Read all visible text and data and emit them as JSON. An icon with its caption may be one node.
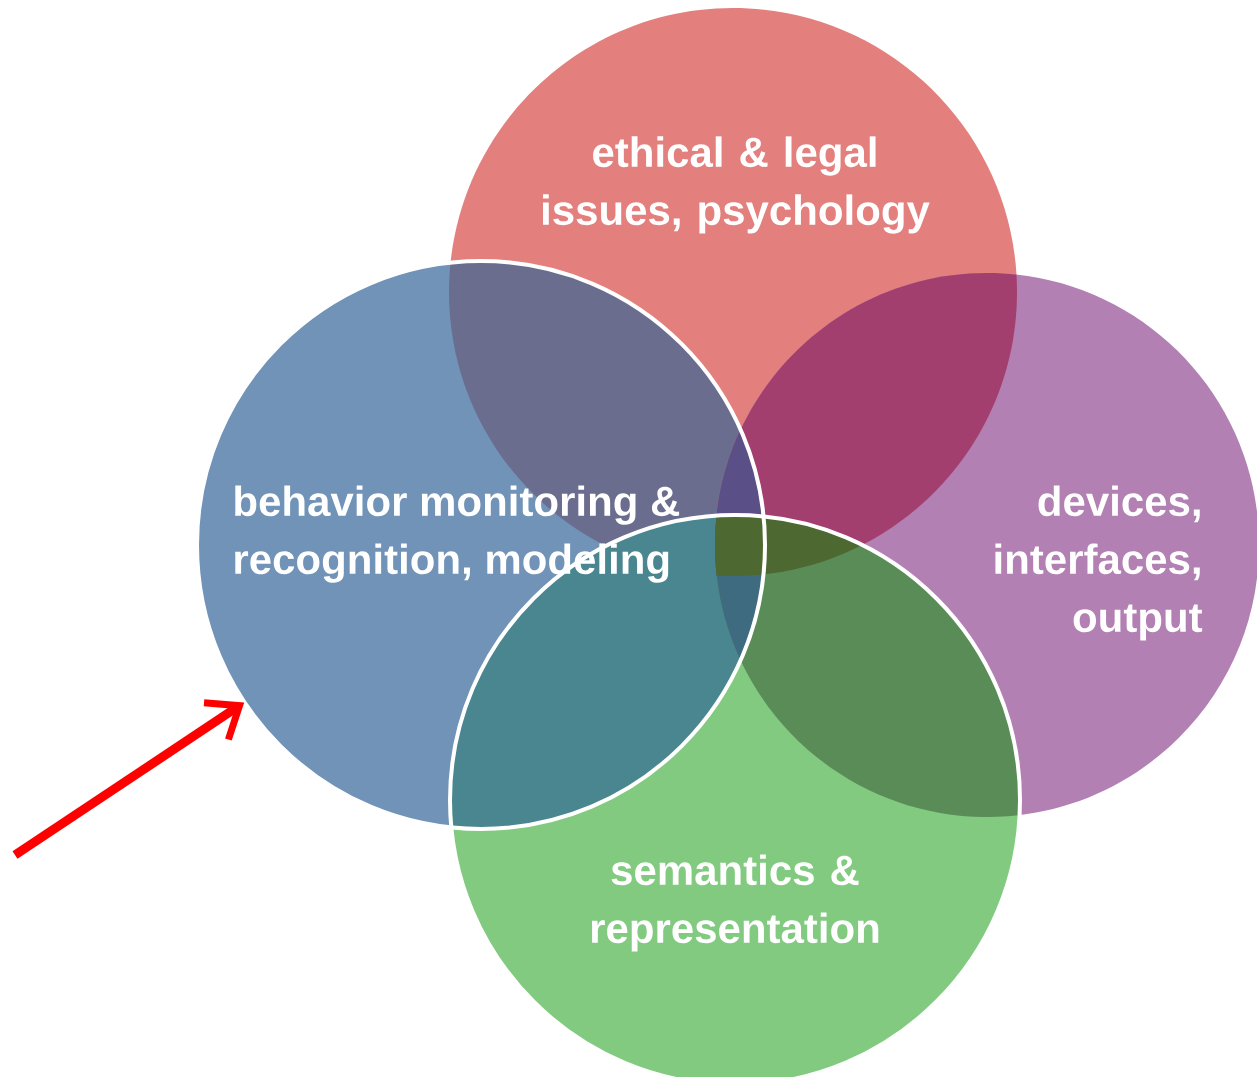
{
  "diagram": {
    "nodes": [
      {
        "text": [
          "ethical & legal issues, psychology"
        ]
      },
      {
        "text": [
          "behavior monitoring & recognition, modeling"
        ]
      },
      {
        "text": [
          "devices, interfaces, output"
        ]
      },
      {
        "text": [
          "semantics & representation"
        ]
      }
    ],
    "edges": [
      {
        "from": null,
        "to": 1,
        "arrow": "to",
        "color": "#ff0000"
      }
    ]
  }
}
